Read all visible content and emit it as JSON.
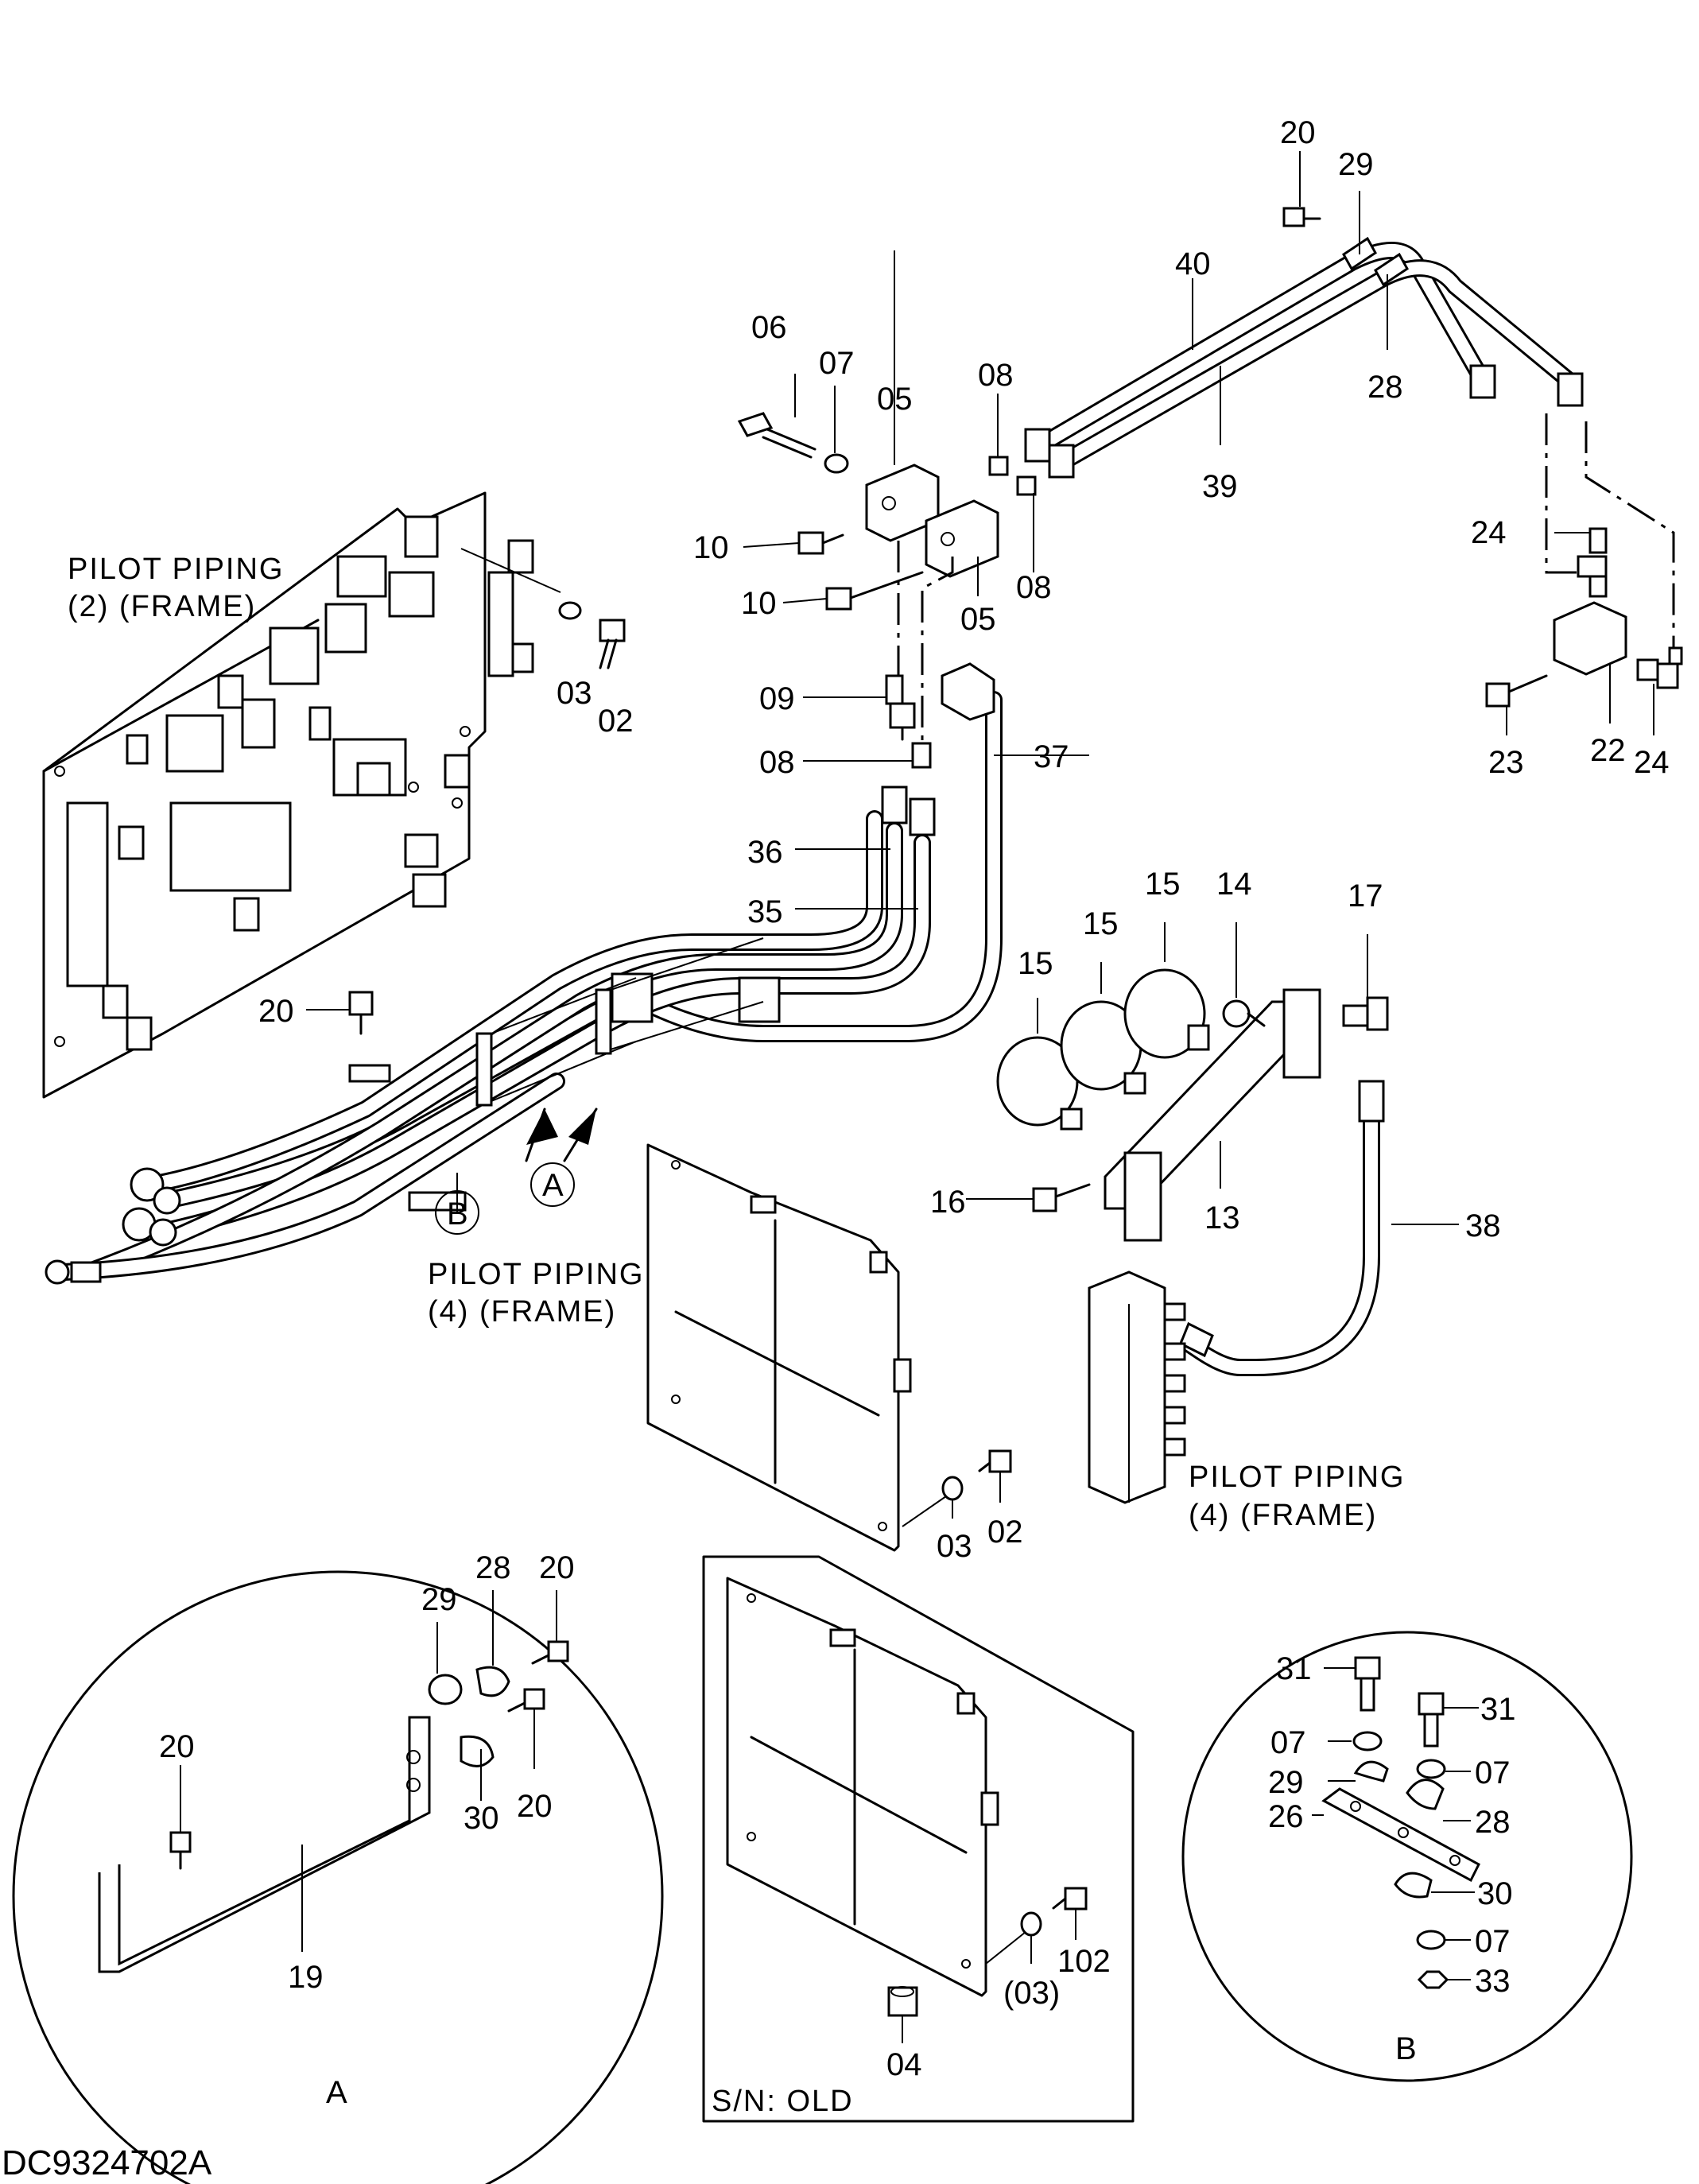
{
  "diagram_code": "DC9324702A",
  "labels": {
    "pilot_piping_2": [
      "PILOT PIPING",
      "(2) (FRAME)"
    ],
    "pilot_piping_4_center": [
      "PILOT PIPING",
      "(4) (FRAME)"
    ],
    "pilot_piping_4_right": [
      "PILOT PIPING",
      "(4) (FRAME)"
    ],
    "sn_old": "S/N: OLD",
    "detail_a": "A",
    "detail_b": "B"
  },
  "parts": {
    "p20_top": "20",
    "p29_top": "29",
    "p40": "40",
    "p28_top": "28",
    "p39": "39",
    "p06": "06",
    "p07_top": "07",
    "p05_top": "05",
    "p08_top": "08",
    "p10_a": "10",
    "p10_b": "10",
    "p08_mid": "08",
    "p05_mid": "05",
    "p09": "09",
    "p08_low": "08",
    "p37": "37",
    "p36": "36",
    "p35": "35",
    "p03_left": "03",
    "p02_left": "02",
    "p24_top": "24",
    "p23": "23",
    "p22": "22",
    "p24_bot": "24",
    "p15_a": "15",
    "p15_b": "15",
    "p15_c": "15",
    "p14": "14",
    "p17": "17",
    "p16": "16",
    "p13": "13",
    "p38": "38",
    "p20_mid": "20",
    "callout_b": "B",
    "callout_a": "A",
    "p03_center": "03",
    "p02_center": "02",
    "pa_29": "29",
    "pa_28": "28",
    "pa_20_top": "20",
    "pa_20_left": "20",
    "pa_20_right": "20",
    "pa_30": "30",
    "pa_19": "19",
    "ps_03": "(03)",
    "ps_102": "102",
    "ps_04": "04",
    "pb_31_left": "31",
    "pb_31_right": "31",
    "pb_07_a": "07",
    "pb_07_b": "07",
    "pb_29": "29",
    "pb_28": "28",
    "pb_26": "26",
    "pb_30": "30",
    "pb_07_c": "07",
    "pb_33": "33"
  }
}
